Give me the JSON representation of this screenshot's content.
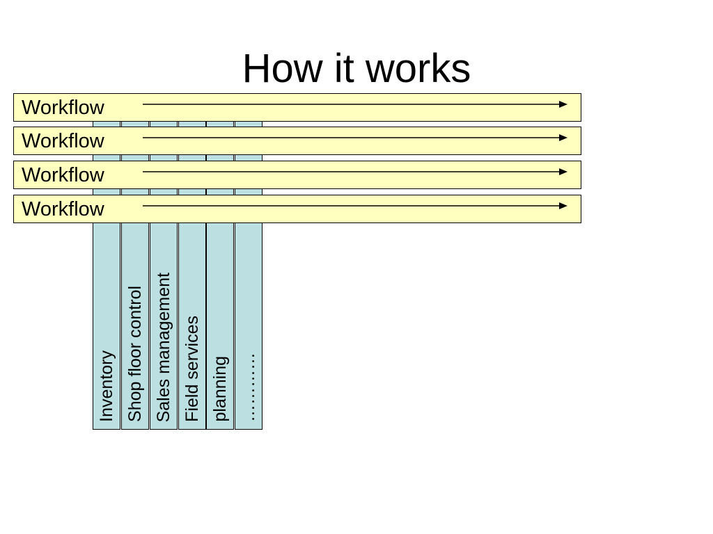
{
  "slide": {
    "title": "How it works"
  },
  "modules": [
    {
      "label": "Inventory"
    },
    {
      "label": "Shop floor control"
    },
    {
      "label": "Sales management"
    },
    {
      "label": "Field services"
    },
    {
      "label": "planning"
    },
    {
      "label": "…………"
    }
  ],
  "workflows": [
    {
      "label": "Workflow"
    },
    {
      "label": "Workflow"
    },
    {
      "label": "Workflow"
    },
    {
      "label": "Workflow"
    }
  ],
  "colors": {
    "workflow_fill": "#ffffc0",
    "module_fill": "#bcdfe1",
    "outline": "#000000"
  }
}
